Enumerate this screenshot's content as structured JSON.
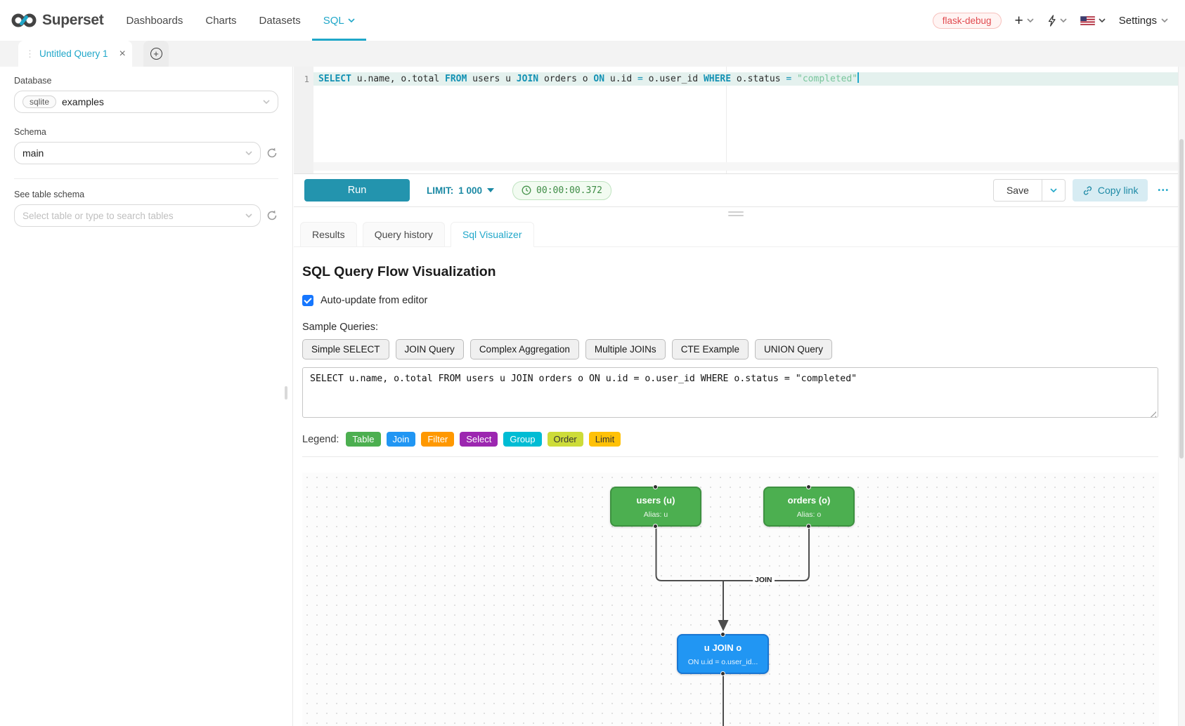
{
  "navbar": {
    "brand": "Superset",
    "nav_items": {
      "dashboards": "Dashboards",
      "charts": "Charts",
      "datasets": "Datasets",
      "sql": "SQL"
    },
    "environment_badge": "flask-debug",
    "add_label": "+",
    "settings_label": "Settings",
    "icons": {
      "add": "plus",
      "shortcuts": "lightning-bolt",
      "language": "us-flag",
      "menus": "chevron-down"
    }
  },
  "query_tabs": {
    "active_tab_title": "Untitled Query 1",
    "add_tab_glyph": "+"
  },
  "sidebar": {
    "database_label": "Database",
    "database_engine": "sqlite",
    "database_value": "examples",
    "schema_label": "Schema",
    "schema_value": "main",
    "table_label": "See table schema",
    "table_placeholder": "Select table or type to search tables"
  },
  "editor": {
    "line_number": "1",
    "tokens": [
      {
        "type": "keyword",
        "text": "SELECT "
      },
      {
        "type": "identifier",
        "text": "u.name, o.total "
      },
      {
        "type": "keyword",
        "text": "FROM "
      },
      {
        "type": "identifier",
        "text": "users u "
      },
      {
        "type": "keyword",
        "text": "JOIN "
      },
      {
        "type": "identifier",
        "text": "orders o "
      },
      {
        "type": "keyword",
        "text": "ON "
      },
      {
        "type": "identifier",
        "text": "u.id "
      },
      {
        "type": "operator",
        "text": "= "
      },
      {
        "type": "identifier",
        "text": "o.user_id "
      },
      {
        "type": "keyword",
        "text": "WHERE "
      },
      {
        "type": "identifier",
        "text": "o.status "
      },
      {
        "type": "operator",
        "text": "= "
      },
      {
        "type": "string",
        "text": "\"completed\""
      }
    ]
  },
  "toolbar": {
    "run_label": "Run",
    "limit_label": "LIMIT:",
    "limit_value": "1 000",
    "timer_value": "00:00:00.372",
    "save_label": "Save",
    "copy_link_label": "Copy link",
    "overflow_glyph": "•••"
  },
  "result_tabs": {
    "results": "Results",
    "query_history": "Query history",
    "sql_visualizer": "Sql Visualizer",
    "active": "Sql Visualizer"
  },
  "visualizer": {
    "heading": "SQL Query Flow Visualization",
    "auto_update_label": "Auto-update from editor",
    "auto_update_checked": true,
    "sample_queries_label": "Sample Queries:",
    "sample_buttons": [
      "Simple SELECT",
      "JOIN Query",
      "Complex Aggregation",
      "Multiple JOINs",
      "CTE Example",
      "UNION Query"
    ],
    "query_text": "SELECT u.name, o.total FROM users u JOIN orders o ON u.id = o.user_id WHERE o.status = \"completed\"",
    "legend_label": "Legend:",
    "legend": [
      {
        "label": "Table",
        "color": "#4caf50"
      },
      {
        "label": "Join",
        "color": "#2196f3"
      },
      {
        "label": "Filter",
        "color": "#ff9800"
      },
      {
        "label": "Select",
        "color": "#9c27b0"
      },
      {
        "label": "Group",
        "color": "#00bcd4"
      },
      {
        "label": "Order",
        "color": "#cddc39"
      },
      {
        "label": "Limit",
        "color": "#ffc107"
      }
    ]
  },
  "diagram": {
    "edge_label": "JOIN",
    "nodes": [
      {
        "id": "users",
        "title": "users (u)",
        "subtitle": "Alias: u",
        "color": "#4caf50"
      },
      {
        "id": "orders",
        "title": "orders (o)",
        "subtitle": "Alias: o",
        "color": "#4caf50"
      },
      {
        "id": "join",
        "title": "u JOIN o",
        "subtitle": "ON u.id = o.user_id...",
        "color": "#2196f3"
      }
    ]
  },
  "colors": {
    "brand_teal": "#20a7c9",
    "run_button": "#2394ae",
    "timer_green": "#3f8c46",
    "env_badge_red": "#e14b50",
    "sql_keyword": "#1492b4",
    "sql_string": "#77c59b"
  }
}
